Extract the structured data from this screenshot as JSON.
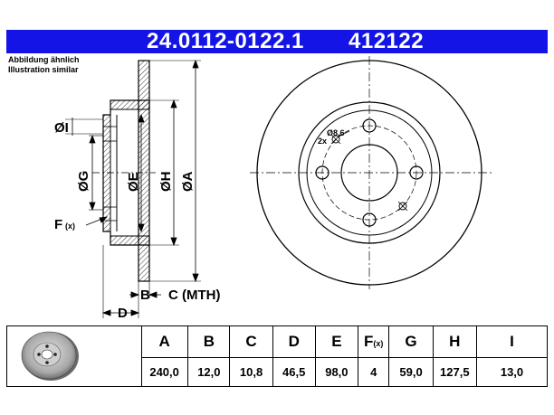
{
  "header": {
    "part_number": "24.0112-0122.1",
    "ref_number": "412122"
  },
  "note": {
    "line1": "Abbildung ähnlich",
    "line2": "Illustration similar"
  },
  "labels": {
    "I": "ØI",
    "G": "ØG",
    "E": "ØE",
    "H": "ØH",
    "A": "ØA",
    "F": "F",
    "F_sub": "(x)",
    "B": "B",
    "C": "C (MTH)",
    "D": "D",
    "hole_count": "2x",
    "hole_dia": "Ø8,6"
  },
  "table": {
    "headers": [
      "A",
      "B",
      "C",
      "D",
      "E",
      "F",
      "G",
      "H",
      "I"
    ],
    "f_sub": "(x)",
    "values": [
      "240,0",
      "12,0",
      "10,8",
      "46,5",
      "98,0",
      "4",
      "59,0",
      "127,5",
      "13,0"
    ]
  }
}
